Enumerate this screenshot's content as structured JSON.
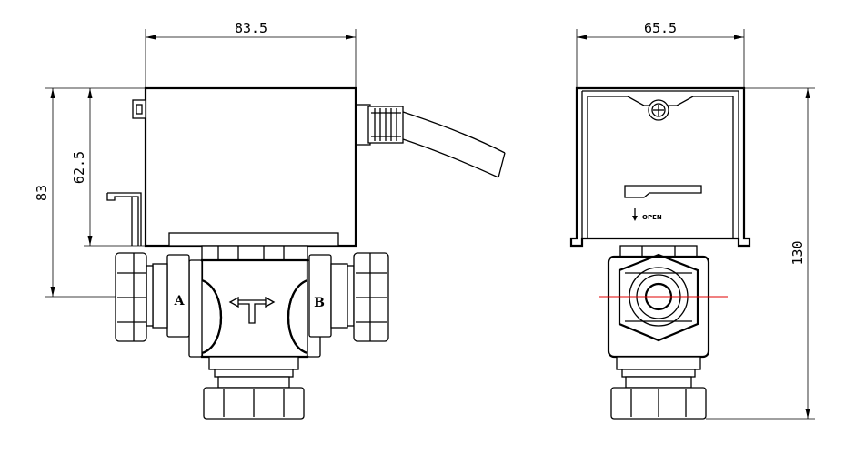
{
  "dimensions": {
    "side_width": "83.5",
    "front_width": "65.5",
    "side_height_total": "83",
    "side_height_actuator": "62.5",
    "front_height_total": "130"
  },
  "port_labels": {
    "port_a": "A",
    "port_b": "B"
  },
  "actuator": {
    "open_label": "OPEN"
  },
  "icons": {
    "flow_arrow": "t-flow-arrow-icon",
    "screw": "screw-icon"
  },
  "colors": {
    "line": "#000000",
    "centerline": "#e00000",
    "background": "#ffffff"
  }
}
